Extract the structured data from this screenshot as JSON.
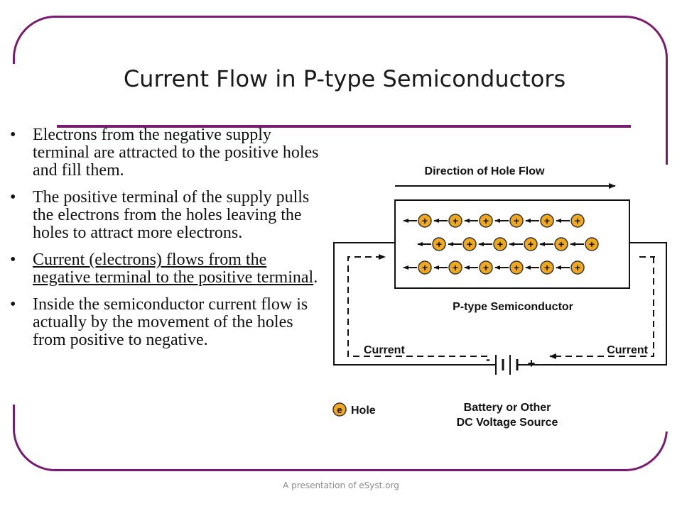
{
  "slide": {
    "title": "Current Flow in P-type Semiconductors",
    "footer": "A presentation of eSyst.org"
  },
  "bullets": [
    {
      "text": "Electrons from the negative supply terminal are attracted to the positive holes and fill them."
    },
    {
      "text": "The positive terminal of the supply pulls the electrons from the holes leaving the holes to attract more electrons."
    },
    {
      "text_underlined": "Current (electrons) flows from the negative terminal to the positive terminal",
      "text_suffix": "."
    },
    {
      "text": "Inside the semiconductor current flow is actually by the movement of the holes from positive to negative."
    }
  ],
  "diagram": {
    "direction_label": "Direction of Hole Flow",
    "semiconductor_label": "P-type Semiconductor",
    "current_left_label": "Current",
    "current_right_label": "Current",
    "minus_label": "-",
    "plus_label": "+",
    "hole_symbol": "+",
    "legend_symbol": "e",
    "legend_label": "Hole",
    "source_label_line1": "Battery or Other",
    "source_label_line2": "DC Voltage Source",
    "hole_color": "#f0a81c",
    "holes_per_row": [
      6,
      6,
      6
    ]
  }
}
